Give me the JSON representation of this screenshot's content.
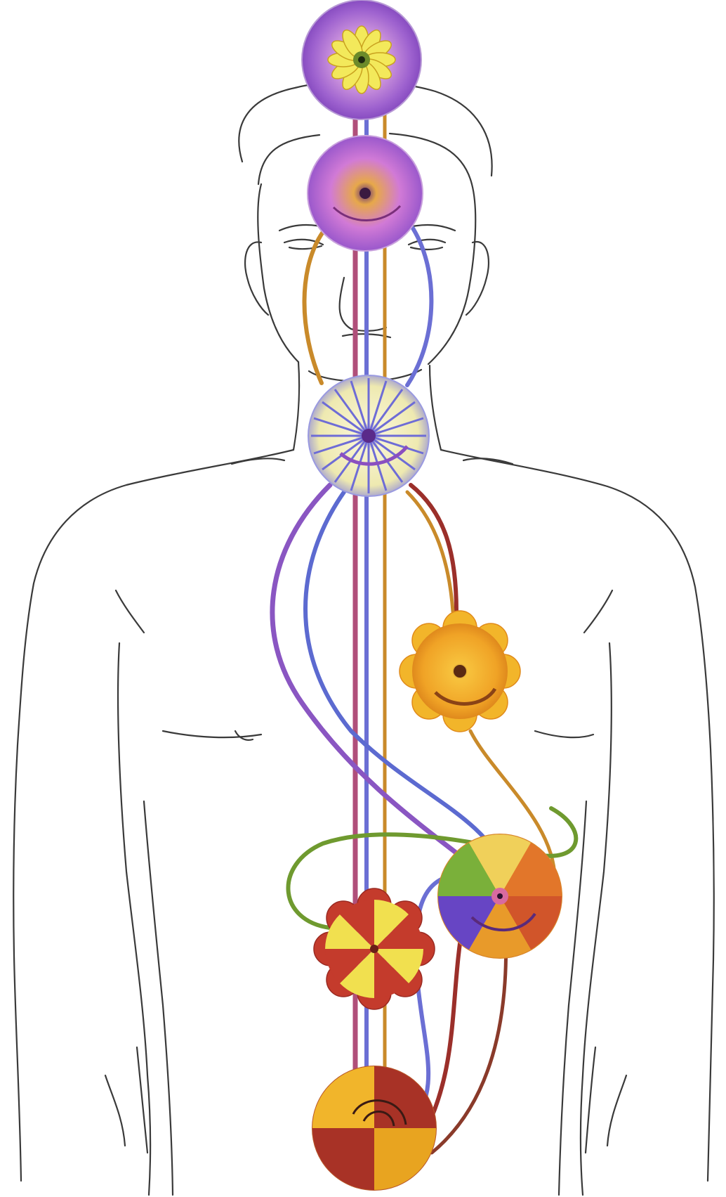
{
  "colors": {
    "background": "#ffffff",
    "outline": "#3a3a3a",
    "channel_pink": "#b04f7a",
    "channel_blue": "#6b6fd4",
    "channel_gold": "#c98a2a",
    "channel_violet": "#8a56c2",
    "channel_red": "#9b2f2a",
    "channel_green": "#6f9a2f"
  },
  "energy_centers": [
    {
      "name": "crown",
      "colors": [
        "#b77ad8",
        "#f3e95b",
        "#8a4bc2"
      ]
    },
    {
      "name": "third-eye",
      "colors": [
        "#c86ad0",
        "#e8a640",
        "#7b45bf"
      ]
    },
    {
      "name": "throat",
      "colors": [
        "#f4f0b8",
        "#6e6cd6",
        "#9a58d4"
      ]
    },
    {
      "name": "heart",
      "colors": [
        "#f2b52a",
        "#e67d1d",
        "#a4541e"
      ]
    },
    {
      "name": "solar-plexus",
      "colors": [
        "#e2762a",
        "#7ab03a",
        "#6745c4",
        "#f2c33a"
      ]
    },
    {
      "name": "sacral",
      "colors": [
        "#d8442d",
        "#f1e04f",
        "#a93428"
      ]
    },
    {
      "name": "root",
      "colors": [
        "#f1b52b",
        "#a83226",
        "#e8931f"
      ]
    }
  ]
}
